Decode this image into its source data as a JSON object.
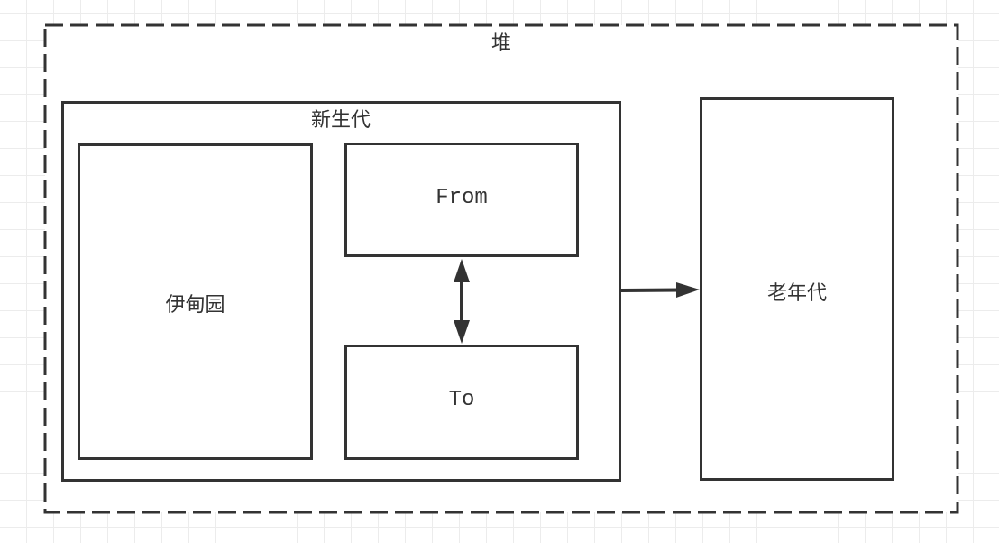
{
  "diagram": {
    "heap": {
      "label": "堆"
    },
    "young_generation": {
      "label": "新生代",
      "eden": {
        "label": "伊甸园"
      },
      "from": {
        "label": "From"
      },
      "to": {
        "label": "To"
      }
    },
    "old_generation": {
      "label": "老年代"
    },
    "edges": [
      {
        "from": "From",
        "to": "To",
        "type": "bidirectional"
      },
      {
        "from": "新生代",
        "to": "老年代",
        "type": "directed"
      }
    ],
    "colors": {
      "stroke": "#333333",
      "grid": "#ececec",
      "background": "#ffffff"
    }
  }
}
